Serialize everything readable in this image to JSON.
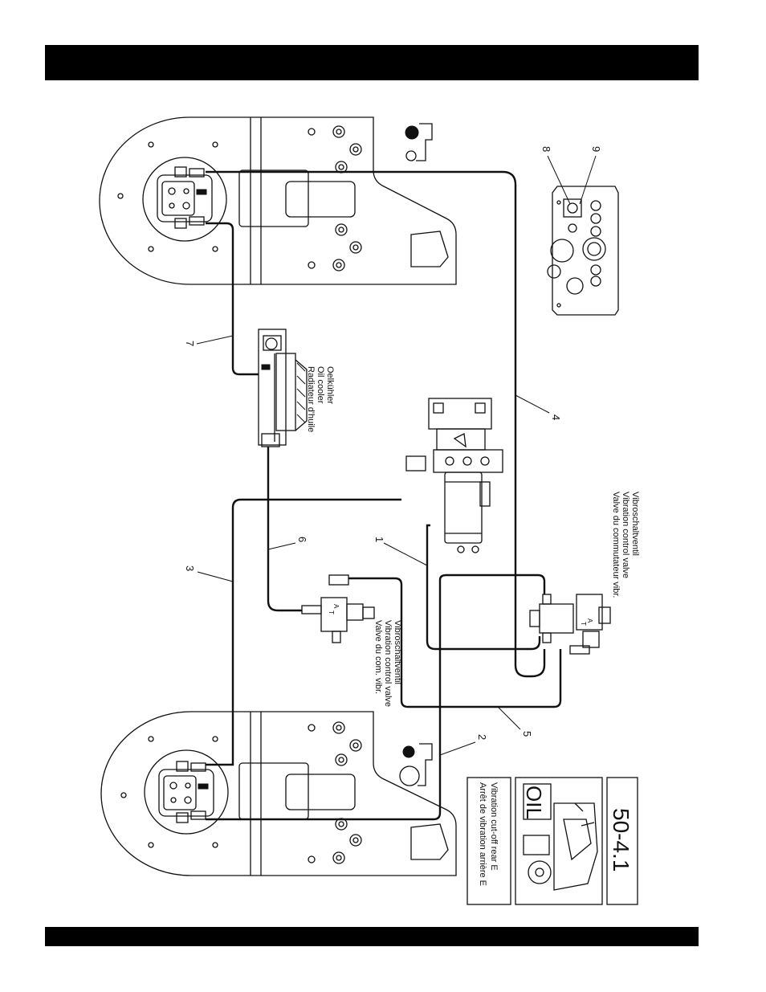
{
  "labels": {
    "oil_cooler": [
      "Oelkühler",
      "Oil cooler",
      "Radiateur d'huile"
    ],
    "valve_right": [
      "Vibroschaltventil",
      "Vibration control valve",
      "Valve du commutateur vibr."
    ],
    "valve_left": [
      "Vibroschaltventil",
      "Vibration control valve",
      "Valve du com. vibr."
    ],
    "valve_port_a": "A",
    "valve_port_t": "T"
  },
  "callouts": [
    "1",
    "2",
    "3",
    "4",
    "5",
    "6",
    "7",
    "8",
    "9"
  ],
  "panel_card": {
    "code": "50-4.1",
    "oil_label": "OIL",
    "caption": [
      "Vibration cut-off rear E",
      "Arrêt de vibration arrière E"
    ]
  },
  "colors": {
    "ink": "#111111",
    "bar": "#000000",
    "paper": "#ffffff"
  }
}
